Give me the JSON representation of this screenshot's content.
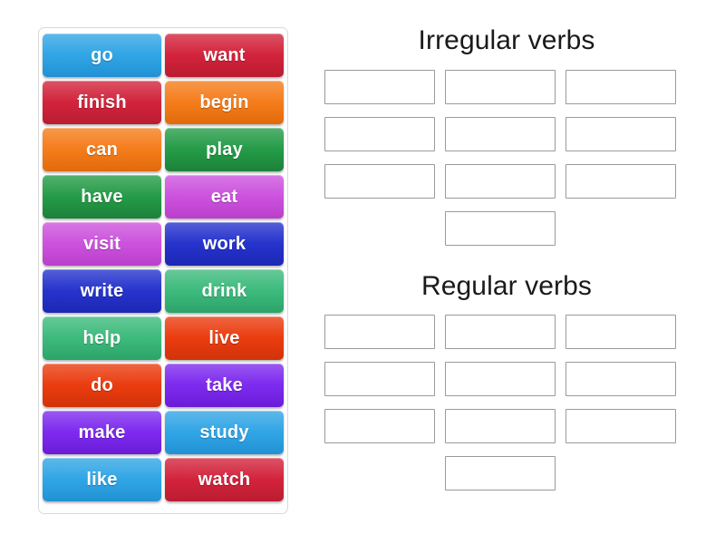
{
  "activity": {
    "type": "group-sort",
    "panel_name": "word-tile-tray"
  },
  "tiles": [
    {
      "label": "go",
      "color": "#30a5e5",
      "color_dark": "#2191d4",
      "name": "tile-go"
    },
    {
      "label": "want",
      "color": "#d2233b",
      "color_dark": "#b91c31",
      "name": "tile-want"
    },
    {
      "label": "finish",
      "color": "#d2233b",
      "color_dark": "#b91c31",
      "name": "tile-finish"
    },
    {
      "label": "begin",
      "color": "#f57c1a",
      "color_dark": "#e06a0c",
      "name": "tile-begin"
    },
    {
      "label": "can",
      "color": "#f57c1a",
      "color_dark": "#e06a0c",
      "name": "tile-can"
    },
    {
      "label": "play",
      "color": "#249b47",
      "color_dark": "#1d8039",
      "name": "tile-play"
    },
    {
      "label": "have",
      "color": "#249b47",
      "color_dark": "#1d8039",
      "name": "tile-have"
    },
    {
      "label": "eat",
      "color": "#cc52dd",
      "color_dark": "#b93fcb",
      "name": "tile-eat"
    },
    {
      "label": "visit",
      "color": "#cc52dd",
      "color_dark": "#b93fcb",
      "name": "tile-visit"
    },
    {
      "label": "work",
      "color": "#2633cc",
      "color_dark": "#1c27b3",
      "name": "tile-work"
    },
    {
      "label": "write",
      "color": "#2633cc",
      "color_dark": "#1c27b3",
      "name": "tile-write"
    },
    {
      "label": "drink",
      "color": "#3cba7c",
      "color_dark": "#2da369",
      "name": "tile-drink"
    },
    {
      "label": "help",
      "color": "#3cba7c",
      "color_dark": "#2da369",
      "name": "tile-help"
    },
    {
      "label": "live",
      "color": "#ea3c0f",
      "color_dark": "#d13309",
      "name": "tile-live"
    },
    {
      "label": "do",
      "color": "#ea3c0f",
      "color_dark": "#d13309",
      "name": "tile-do"
    },
    {
      "label": "take",
      "color": "#7d2aee",
      "color_dark": "#6a1cd6",
      "name": "tile-take"
    },
    {
      "label": "make",
      "color": "#7d2aee",
      "color_dark": "#6a1cd6",
      "name": "tile-make"
    },
    {
      "label": "study",
      "color": "#30a5e5",
      "color_dark": "#2191d4",
      "name": "tile-study"
    },
    {
      "label": "like",
      "color": "#30a5e5",
      "color_dark": "#2191d4",
      "name": "tile-like"
    },
    {
      "label": "watch",
      "color": "#d2233b",
      "color_dark": "#b91c31",
      "name": "tile-watch"
    }
  ],
  "categories": [
    {
      "title": "Irregular verbs",
      "name": "category-irregular-verbs",
      "slot_count": 10,
      "grid_columns": 3,
      "slots": [
        "",
        "",
        "",
        "",
        "",
        "",
        "",
        "",
        "",
        ""
      ]
    },
    {
      "title": "Regular verbs",
      "name": "category-regular-verbs",
      "slot_count": 10,
      "grid_columns": 3,
      "slots": [
        "",
        "",
        "",
        "",
        "",
        "",
        "",
        "",
        "",
        ""
      ]
    }
  ],
  "colors": {
    "background": "#ffffff",
    "panel_border": "#d9d9d9",
    "slot_border": "#9a9a9a",
    "title_text": "#1a1a1a",
    "tile_text": "#ffffff"
  }
}
